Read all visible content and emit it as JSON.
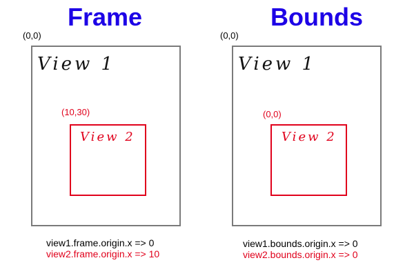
{
  "colors": {
    "title": "#1d00e6",
    "view1_border": "#7a7a7a",
    "view2": "#e0001b",
    "text": "#000000"
  },
  "frame_panel": {
    "title": "Frame",
    "view1_origin": "(0,0)",
    "view1_label": "View 1",
    "view2_origin": "(10,30)",
    "view2_label": "View 2",
    "code_line1": "view1.frame.origin.x => 0",
    "code_line2": "view2.frame.origin.x => 10"
  },
  "bounds_panel": {
    "title": "Bounds",
    "view1_origin": "(0,0)",
    "view1_label": "View 1",
    "view2_origin": "(0,0)",
    "view2_label": "View 2",
    "code_line1": "view1.bounds.origin.x => 0",
    "code_line2": "view2.bounds.origin.x => 0"
  }
}
